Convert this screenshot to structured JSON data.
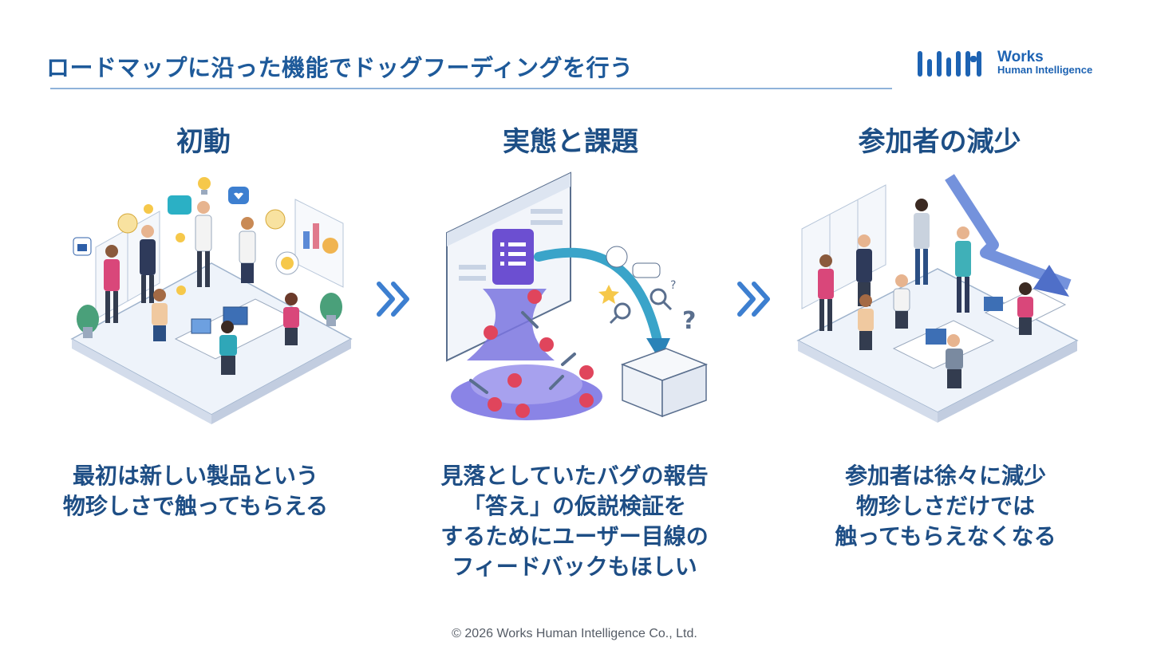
{
  "slide": {
    "title": "ロードマップに沿った機能でドッグフーディングを行う",
    "logo": {
      "line1": "Works",
      "line2": "Human Intelligence"
    },
    "columns": [
      {
        "heading": "初動",
        "caption": [
          "最初は新しい製品という",
          "物珍しさで触ってもらえる"
        ]
      },
      {
        "heading": "実態と課題",
        "caption": [
          "見落としていたバグの報告",
          "「答え」の仮説検証を",
          "するためにユーザー目線の",
          "フィードバックもほしい"
        ]
      },
      {
        "heading": "参加者の減少",
        "caption": [
          "参加者は徐々に減少",
          "物珍しさだけでは",
          "触ってもらえなくなる"
        ]
      }
    ],
    "footer": "© 2026 Works Human Intelligence Co., Ltd."
  },
  "colors": {
    "accent": "#1e5a9a",
    "arrow": "#3d7fd0",
    "trend_arrow": "#5c7fd6",
    "doc_purple": "#6c4fd1",
    "bug_red": "#e0455c"
  },
  "icons": [
    "logo-bars-icon",
    "chevron-double-right-icon",
    "form-document-icon",
    "wrench-icon",
    "error-x-icon",
    "magnifier-icon",
    "question-mark-icon",
    "open-box-icon",
    "lightbulb-icon",
    "heart-bubble-icon",
    "thumbs-up-icon",
    "trend-down-arrow-icon"
  ]
}
